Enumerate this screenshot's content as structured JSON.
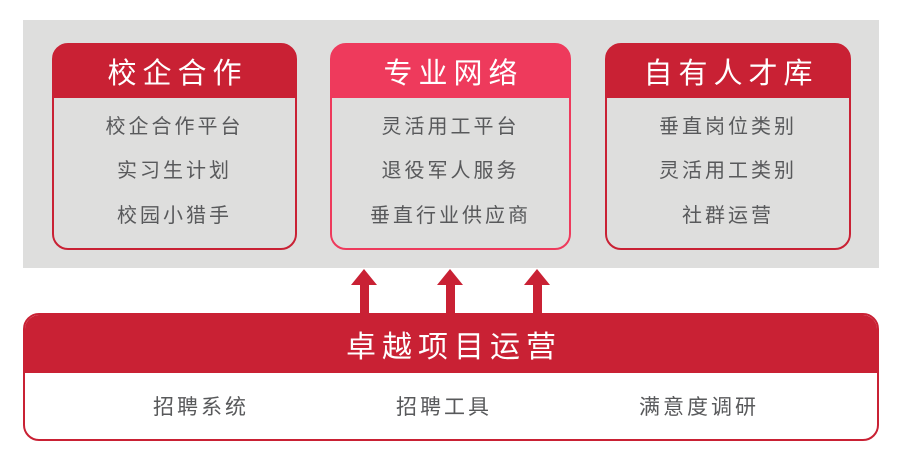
{
  "colors": {
    "primary_red": "#C92134",
    "accent_pink": "#EE3A5C",
    "panel_gray": "#DEDEDD",
    "item_text_gray": "#58595B",
    "header_text": "#FFFFFF"
  },
  "top_panel": {
    "cards": [
      {
        "title": "校企合作",
        "accent": "#C92134",
        "items": [
          "校企合作平台",
          "实习生计划",
          "校园小猎手"
        ]
      },
      {
        "title": "专业网络",
        "accent": "#EE3A5C",
        "items": [
          "灵活用工平台",
          "退役军人服务",
          "垂直行业供应商"
        ]
      },
      {
        "title": "自有人才库",
        "accent": "#C92134",
        "items": [
          "垂直岗位类别",
          "灵活用工类别",
          "社群运营"
        ]
      }
    ]
  },
  "arrows": {
    "count": 3,
    "direction": "up",
    "color": "#C92134"
  },
  "bottom_panel": {
    "title": "卓越项目运营",
    "items": [
      "招聘系统",
      "招聘工具",
      "满意度调研"
    ]
  }
}
